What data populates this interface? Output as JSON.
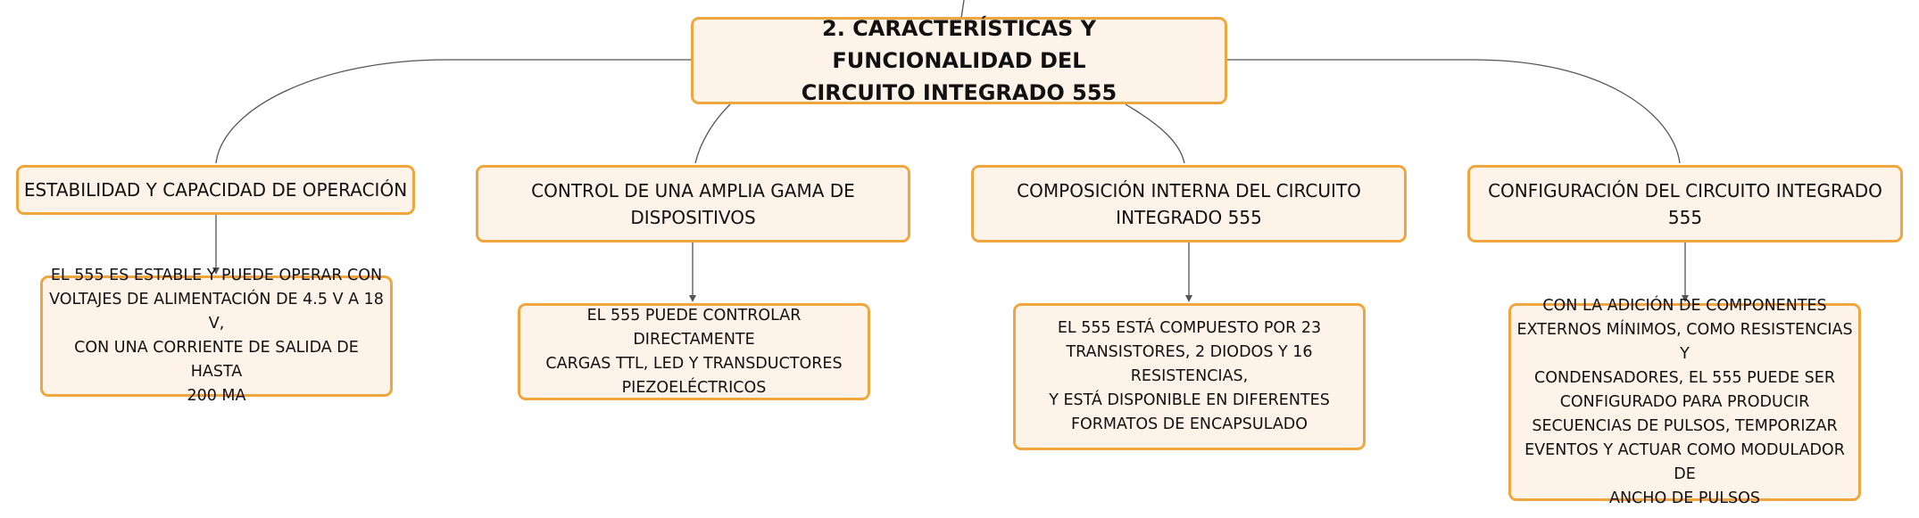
{
  "root": {
    "title": "2. CARACTERÍSTICAS Y FUNCIONALIDAD DEL\nCIRCUITO INTEGRADO 555"
  },
  "branches": [
    {
      "label": "ESTABILIDAD Y CAPACIDAD DE OPERACIÓN",
      "detail": "EL 555 ES ESTABLE Y PUEDE OPERAR CON\nVOLTAJES DE ALIMENTACIÓN DE 4.5 V A 18 V,\nCON UNA CORRIENTE DE SALIDA DE HASTA\n200 MA"
    },
    {
      "label": "CONTROL DE UNA AMPLIA GAMA DE DISPOSITIVOS",
      "detail": "EL 555 PUEDE CONTROLAR DIRECTAMENTE\nCARGAS TTL, LED Y TRANSDUCTORES\nPIEZOELÉCTRICOS"
    },
    {
      "label": "COMPOSICIÓN INTERNA DEL CIRCUITO\nINTEGRADO 555",
      "detail": "EL 555 ESTÁ COMPUESTO POR 23\nTRANSISTORES, 2 DIODOS Y 16 RESISTENCIAS,\nY ESTÁ DISPONIBLE EN DIFERENTES\nFORMATOS DE ENCAPSULADO"
    },
    {
      "label": "CONFIGURACIÓN DEL CIRCUITO INTEGRADO 555",
      "detail": "CON LA ADICIÓN DE COMPONENTES\nEXTERNOS MÍNIMOS, COMO RESISTENCIAS Y\nCONDENSADORES, EL 555 PUEDE SER\nCONFIGURADO PARA PRODUCIR\nSECUENCIAS DE PULSOS, TEMPORIZAR\nEVENTOS Y ACTUAR COMO MODULADOR DE\nANCHO DE PULSOS"
    }
  ],
  "colors": {
    "node_fill": "#fef3e8",
    "node_border": "#f0a63f",
    "connector": "#555555",
    "text": "#111111"
  }
}
